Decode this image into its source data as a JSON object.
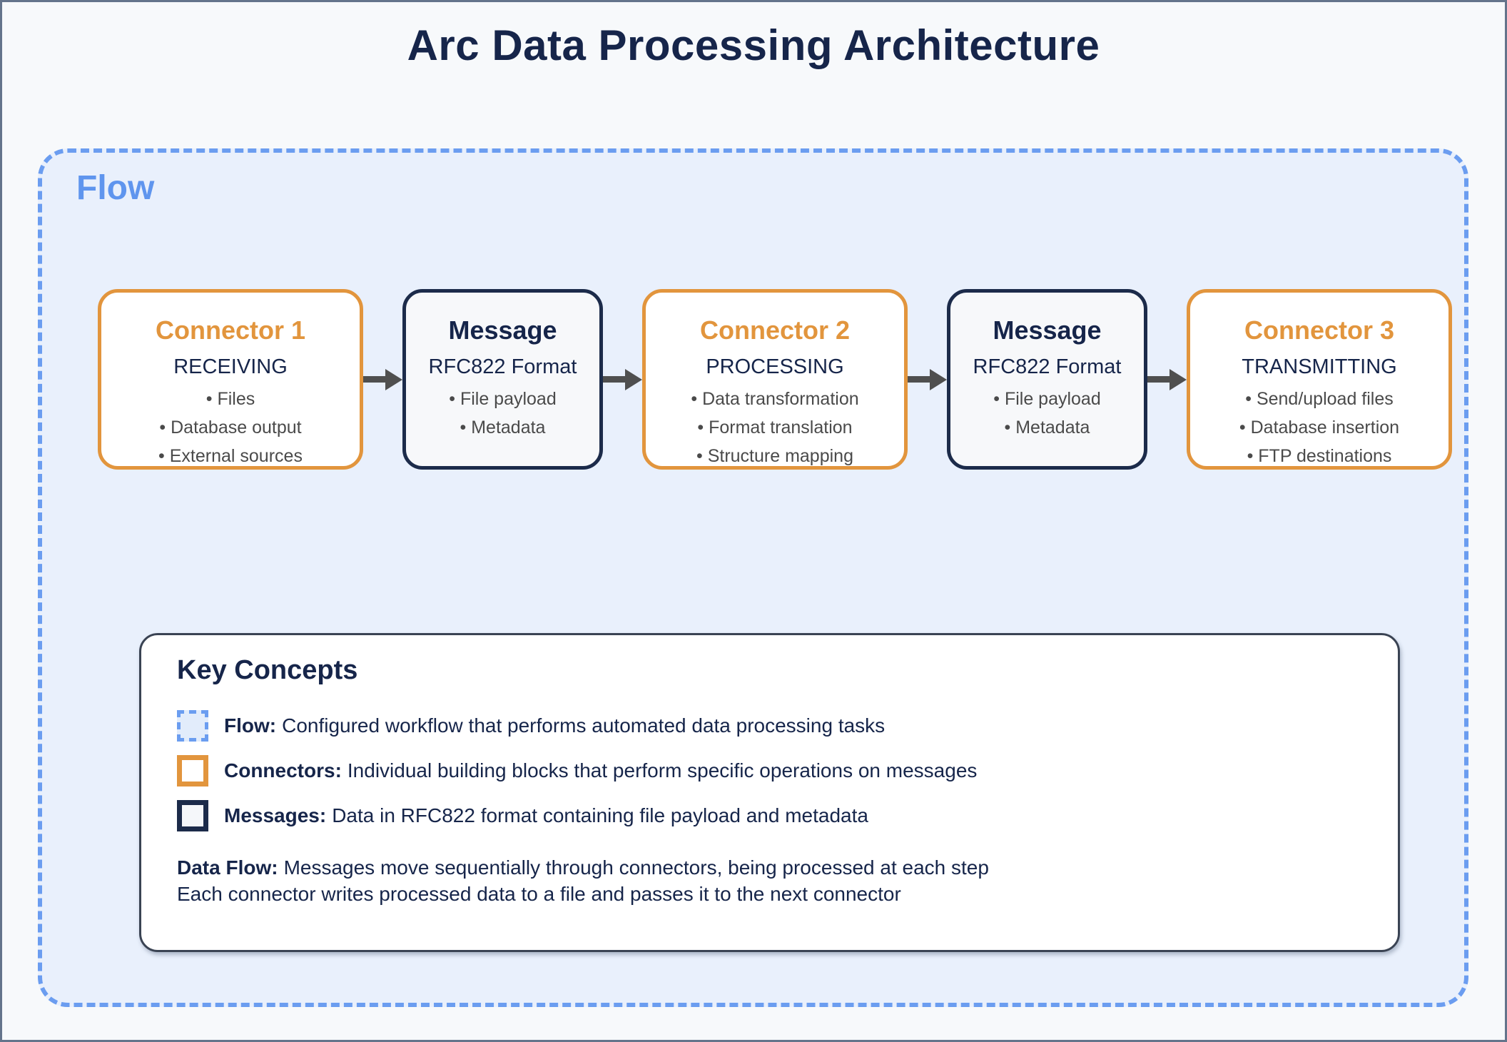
{
  "page": {
    "title": "Arc Data Processing Architecture"
  },
  "flow": {
    "label": "Flow",
    "boxes": [
      {
        "type": "connector",
        "title": "Connector 1",
        "subtitle": "RECEIVING",
        "bullets": [
          "Files",
          "Database output",
          "External sources"
        ]
      },
      {
        "type": "message",
        "title": "Message",
        "subtitle": "RFC822 Format",
        "bullets": [
          "File payload",
          "Metadata"
        ]
      },
      {
        "type": "connector",
        "title": "Connector 2",
        "subtitle": "PROCESSING",
        "bullets": [
          "Data transformation",
          "Format translation",
          "Structure mapping"
        ]
      },
      {
        "type": "message",
        "title": "Message",
        "subtitle": "RFC822 Format",
        "bullets": [
          "File payload",
          "Metadata"
        ]
      },
      {
        "type": "connector",
        "title": "Connector 3",
        "subtitle": "TRANSMITTING",
        "bullets": [
          "Send/upload files",
          "Database insertion",
          "FTP destinations"
        ]
      }
    ]
  },
  "key_concepts": {
    "title": "Key Concepts",
    "items": [
      {
        "swatch": "flow-swatch",
        "label": "Flow:",
        "description": "Configured workflow that performs automated data processing tasks"
      },
      {
        "swatch": "connector-swatch",
        "label": "Connectors:",
        "description": "Individual building blocks that perform specific operations on messages"
      },
      {
        "swatch": "message-swatch",
        "label": "Messages:",
        "description": "Data in RFC822 format containing file payload and metadata"
      }
    ],
    "data_flow": {
      "label": "Data Flow:",
      "line1": "Messages move sequentially through connectors, being processed at each step",
      "line2": "Each connector writes processed data to a file and passes it to the next connector"
    }
  },
  "colors": {
    "accent_blue": "#6B9DF0",
    "accent_orange": "#E2953D",
    "navy": "#16254A",
    "flow_background": "#E9F0FC",
    "page_background": "#F7F9FB",
    "arrow_gray": "#4F4F4F",
    "bullet_gray": "#4A4A4A"
  }
}
